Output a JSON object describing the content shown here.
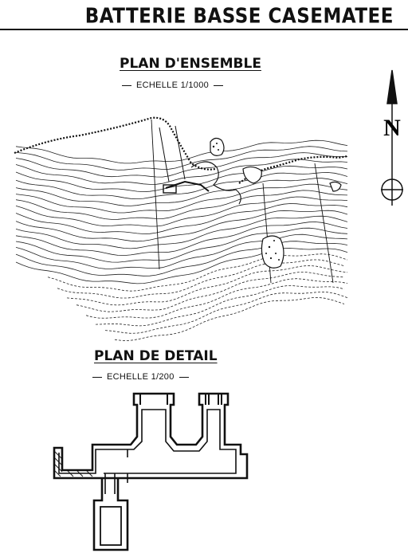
{
  "header": {
    "title": "BATTERIE BASSE CASEMATEE"
  },
  "plan_ensemble": {
    "title": "PLAN D'ENSEMBLE",
    "scale": "ECHELLE 1/1000"
  },
  "plan_detail": {
    "title": "PLAN DE DETAIL",
    "scale": "ECHELLE 1/200"
  },
  "north_arrow": {
    "label": "N"
  },
  "colors": {
    "ink": "#111111",
    "paper": "#ffffff"
  }
}
